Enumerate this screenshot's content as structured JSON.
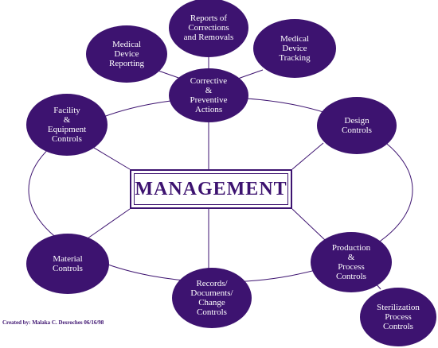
{
  "colors": {
    "node_fill": "#3d1370",
    "node_text": "#ffffff",
    "line": "#3d1370",
    "center_text": "#3d1370",
    "credit_text": "#3d1370"
  },
  "diagram": {
    "center": {
      "label": "MANAGEMENT"
    },
    "nodes": [
      {
        "id": "reports-corrections-removals",
        "label": "Reports of\nCorrections\nand Removals"
      },
      {
        "id": "medical-device-reporting",
        "label": "Medical\nDevice\nReporting"
      },
      {
        "id": "medical-device-tracking",
        "label": "Medical\nDevice\nTracking"
      },
      {
        "id": "corrective-preventive-actions",
        "label": "Corrective\n&\nPreventive\nActions"
      },
      {
        "id": "facility-equipment-controls",
        "label": "Facility\n&\nEquipment\nControls"
      },
      {
        "id": "design-controls",
        "label": "Design\nControls"
      },
      {
        "id": "material-controls",
        "label": "Material\nControls"
      },
      {
        "id": "production-process-controls",
        "label": "Production\n&\nProcess\nControls"
      },
      {
        "id": "records-documents-change-controls",
        "label": "Records/\nDocuments/\nChange\nControls"
      },
      {
        "id": "sterilization-process-controls",
        "label": "Sterilization\nProcess\nControls"
      }
    ],
    "edges": [
      {
        "from": "corrective-preventive-actions",
        "to": "reports-corrections-removals"
      },
      {
        "from": "corrective-preventive-actions",
        "to": "medical-device-reporting"
      },
      {
        "from": "corrective-preventive-actions",
        "to": "medical-device-tracking"
      },
      {
        "from": "production-process-controls",
        "to": "sterilization-process-controls"
      },
      {
        "from": "management",
        "to": "corrective-preventive-actions"
      },
      {
        "from": "management",
        "to": "facility-equipment-controls"
      },
      {
        "from": "management",
        "to": "design-controls"
      },
      {
        "from": "management",
        "to": "material-controls"
      },
      {
        "from": "management",
        "to": "production-process-controls"
      },
      {
        "from": "management",
        "to": "records-documents-change-controls"
      }
    ]
  },
  "credit": "Created by: Malaka C. Desroches  06/16/98"
}
